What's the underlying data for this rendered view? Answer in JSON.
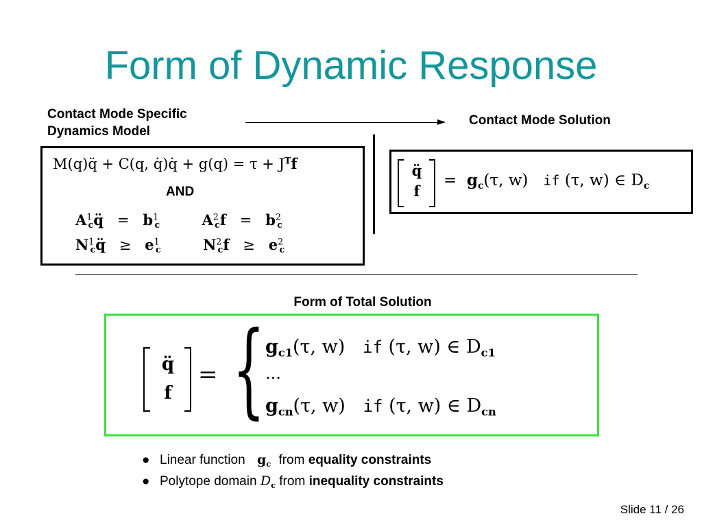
{
  "title": "Form of Dynamic Response",
  "model_label_line1": "Contact Mode Specific",
  "model_label_line2": "Dynamics Model",
  "solution_label": "Contact Mode Solution",
  "model_equation": "M(q)q̈ + C(q, q̇)q̇ + g(q) = τ + J",
  "model_equation_sup": "T",
  "model_equation_tail": "f",
  "and_label": "AND",
  "constraints": [
    {
      "lhs": "A",
      "sup": "1",
      "var": "q̈",
      "op": "=",
      "rhs": "b",
      "rsup": "1",
      "lhs2": "A",
      "sup2": "2",
      "var2": "f",
      "op2": "=",
      "rhs2": "b",
      "rsup2": "2"
    },
    {
      "lhs": "N",
      "sup": "1",
      "var": "q̈",
      "op": "≥",
      "rhs": "e",
      "rsup": "1",
      "lhs2": "N",
      "sup2": "2",
      "var2": "f",
      "op2": "≥",
      "rhs2": "e",
      "rsup2": "2"
    }
  ],
  "sub_c": "c",
  "solution_eq": {
    "vec_top": "q̈",
    "vec_bottom": "f",
    "eq": "=",
    "func": "g",
    "func_sub": "c",
    "args": "(τ, w)",
    "if_text": "if",
    "cond": "(τ, w) ∈ D",
    "cond_sub": "c"
  },
  "total_label": "Form of Total Solution",
  "total_eq": {
    "vec_top": "q̈",
    "vec_bottom": "f",
    "eq": "=",
    "brace": "{",
    "row1_func": "g",
    "row1_sub": "c1",
    "row1_args": "(τ, w)",
    "row1_if": "if",
    "row1_cond": "(τ, w) ∈ D",
    "row1_cond_sub": "c1",
    "row2": "...",
    "row3_func": "g",
    "row3_sub": "cn",
    "row3_args": "(τ, w)",
    "row3_if": "if",
    "row3_cond": "(τ, w) ∈ D",
    "row3_cond_sub": "cn"
  },
  "bullets": [
    {
      "dot": "●",
      "pre": "Linear function",
      "sym": "g",
      "sym_sub": "c",
      "mid": "from",
      "strong": "equality constraints"
    },
    {
      "dot": "●",
      "pre": "Polytope domain",
      "sym": "D",
      "sym_sub": "c",
      "mid": "from",
      "strong": "inequality constraints"
    }
  ],
  "footer": "Slide 11 / 26"
}
